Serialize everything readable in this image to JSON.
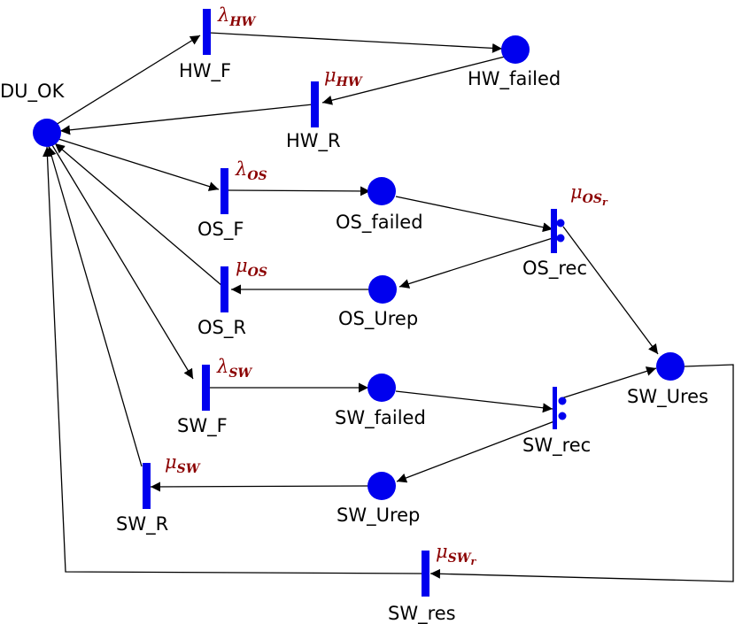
{
  "colors": {
    "node": "#0000ee",
    "arc": "#000000",
    "rate": "#8b0000",
    "text": "#000000"
  },
  "places": {
    "du_ok": "DU_OK",
    "hw_failed": "HW_failed",
    "os_failed": "OS_failed",
    "os_urep": "OS_Urep",
    "sw_failed": "SW_failed",
    "sw_ures": "SW_Ures",
    "sw_urep": "SW_Urep"
  },
  "transitions": {
    "hw_f": {
      "label": "HW_F",
      "rate_sym": "λ",
      "rate_sub": "HW",
      "rate_subsub": ""
    },
    "hw_r": {
      "label": "HW_R",
      "rate_sym": "μ",
      "rate_sub": "HW",
      "rate_subsub": ""
    },
    "os_f": {
      "label": "OS_F",
      "rate_sym": "λ",
      "rate_sub": "OS",
      "rate_subsub": ""
    },
    "os_r": {
      "label": "OS_R",
      "rate_sym": "μ",
      "rate_sub": "OS",
      "rate_subsub": ""
    },
    "os_rec": {
      "label": "OS_rec",
      "rate_sym": "μ",
      "rate_sub": "OS",
      "rate_subsub": "r"
    },
    "sw_f": {
      "label": "SW_F",
      "rate_sym": "λ",
      "rate_sub": "SW",
      "rate_subsub": ""
    },
    "sw_r": {
      "label": "SW_R",
      "rate_sym": "μ",
      "rate_sub": "SW",
      "rate_subsub": ""
    },
    "sw_rec": {
      "label": "SW_rec",
      "rate_sym": "",
      "rate_sub": "",
      "rate_subsub": ""
    },
    "sw_res": {
      "label": "SW_res",
      "rate_sym": "μ",
      "rate_sub": "SW",
      "rate_subsub": "r"
    }
  }
}
